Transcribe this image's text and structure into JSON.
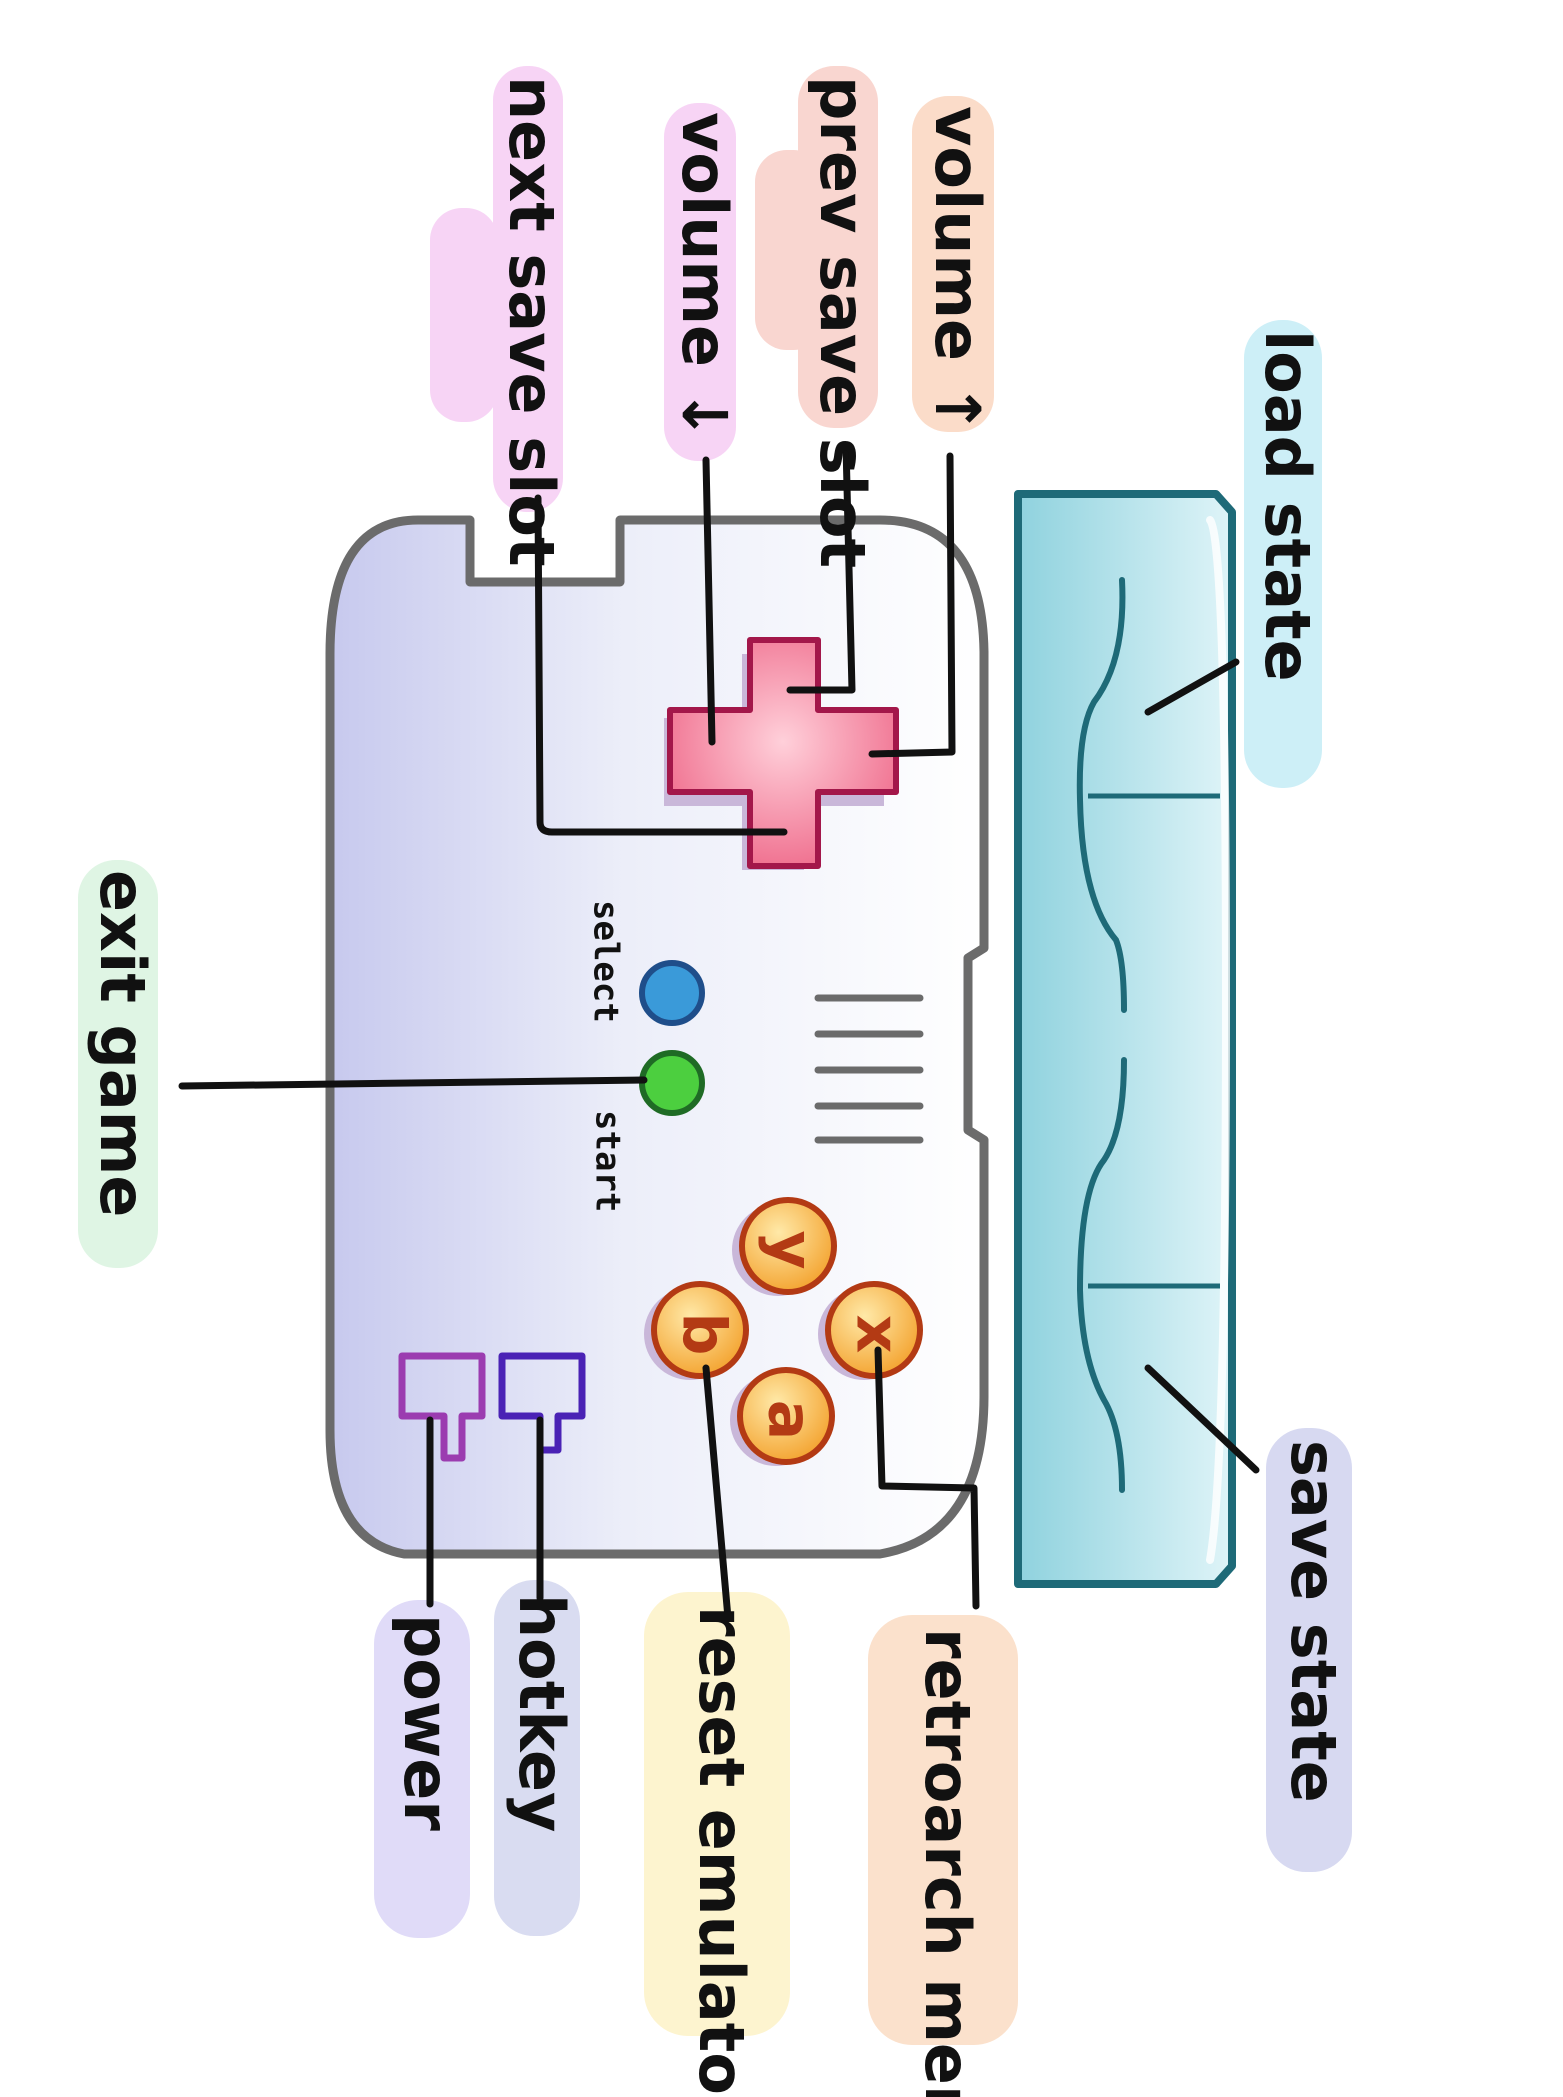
{
  "labels": {
    "next_save_slot": "next save slot",
    "volume_down": "volume ↓",
    "prev_save_slot": "prev save slot",
    "volume_up": "volume ↑",
    "load_state": "load state",
    "save_state": "save state",
    "exit_game": "exit game",
    "select": "select",
    "start": "start",
    "power": "power",
    "hotkey": "hotkey",
    "reset_emulator": "reset emulator",
    "retroarch_menu": "retroarch menu"
  },
  "buttons": {
    "y": "y",
    "b": "b",
    "a": "a",
    "x": "x"
  },
  "colors": {
    "next_save_slot": "#f7d4f5",
    "volume_down": "#f7d4f5",
    "prev_save_slot": "#f9d6d0",
    "volume_up": "#fbdcc9",
    "load_state": "#cdeff7",
    "save_state": "#d7d9f1",
    "exit_game": "#dff5e4",
    "power": "#e0dbf8",
    "hotkey": "#d9dcf1",
    "reset_emulator": "#fdf4cf",
    "retroarch_menu": "#fbe1cc",
    "dpad": "#f06a8a",
    "select_button": "#3a9ad9",
    "start_button": "#4ccf3f",
    "face_buttons": "#f4a531",
    "cartridge": "#a6dde6"
  }
}
